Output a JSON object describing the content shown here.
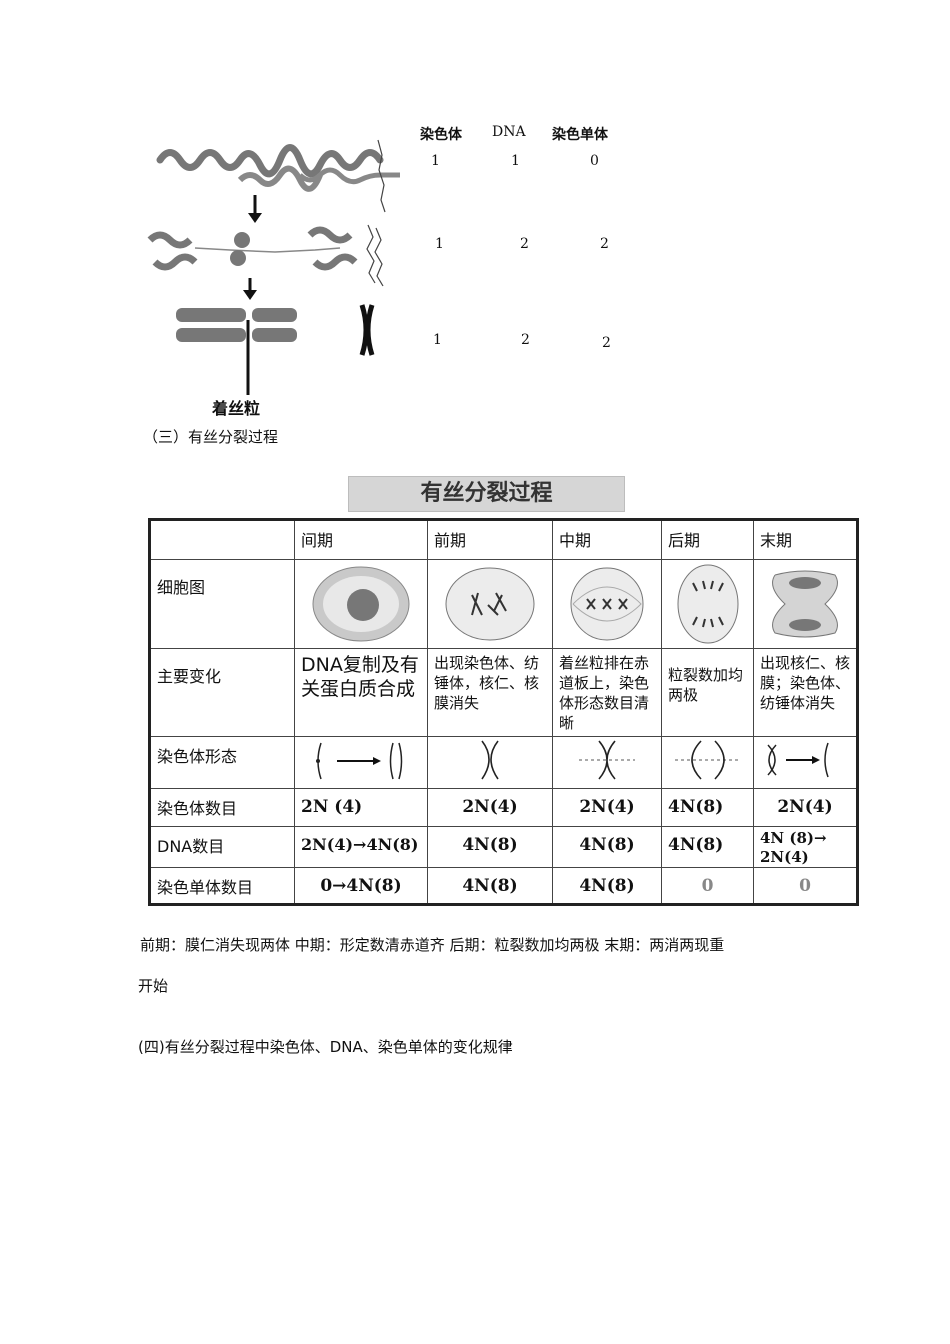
{
  "figure": {
    "headers": [
      "染色体",
      "DNA",
      "染色单体"
    ],
    "rows": [
      [
        "1",
        "1",
        "0"
      ],
      [
        "1",
        "2",
        "2"
      ],
      [
        "1",
        "2",
        "2"
      ]
    ],
    "centromere_label": "着丝粒"
  },
  "section3_heading": "（三）有丝分裂过程",
  "table_title": "有丝分裂过程",
  "table": {
    "stage_headers": [
      "间期",
      "前期",
      "中期",
      "后期",
      "末期"
    ],
    "row_labels": [
      "细胞图",
      "主要变化",
      "染色体形态",
      "染色体数目",
      "DNA数目",
      "染色单体数目"
    ],
    "changes": [
      "DNA复制及有关蛋白质合成",
      "出现染色体、纺锤体，核仁、核膜消失",
      "着丝粒排在赤道板上，染色体形态数目清晰",
      "粒裂数加均两极",
      "出现核仁、核膜；染色体、纺锤体消失"
    ],
    "chromosome_count": [
      "2N (4)",
      "2N(4)",
      "2N(4)",
      "4N(8)",
      "2N(4)"
    ],
    "dna_count": [
      "2N(4)→4N(8)",
      "4N(8)",
      "4N(8)",
      "4N(8)",
      "4N (8)→ 2N(4)"
    ],
    "chromatid_count": [
      "0→4N(8)",
      "4N(8)",
      "4N(8)",
      "0",
      "0"
    ]
  },
  "mnemonic_line1": "前期：膜仁消失现两体  中期：形定数清赤道齐  后期：粒裂数加均两极  末期：两消两现重",
  "mnemonic_line2": "开始",
  "section4_heading": "(四)有丝分裂过程中染色体、DNA、染色单体的变化规律"
}
